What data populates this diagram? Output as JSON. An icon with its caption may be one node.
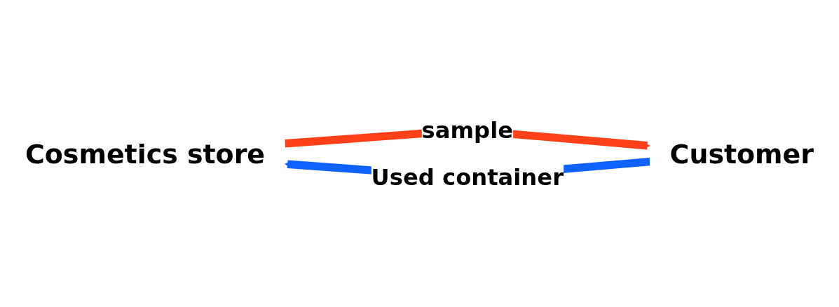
{
  "diagram": {
    "nodes": [
      {
        "text": [
          "Cosmetics store"
        ]
      },
      {
        "text": [
          "Customer"
        ]
      }
    ],
    "edges": [
      {
        "from": 0,
        "to": 1,
        "arrow": "to",
        "label": "sample",
        "color": "#ff4019"
      },
      {
        "from": 1,
        "to": 0,
        "arrow": "to",
        "label": "Used container",
        "color": "#0f62fe"
      }
    ]
  }
}
